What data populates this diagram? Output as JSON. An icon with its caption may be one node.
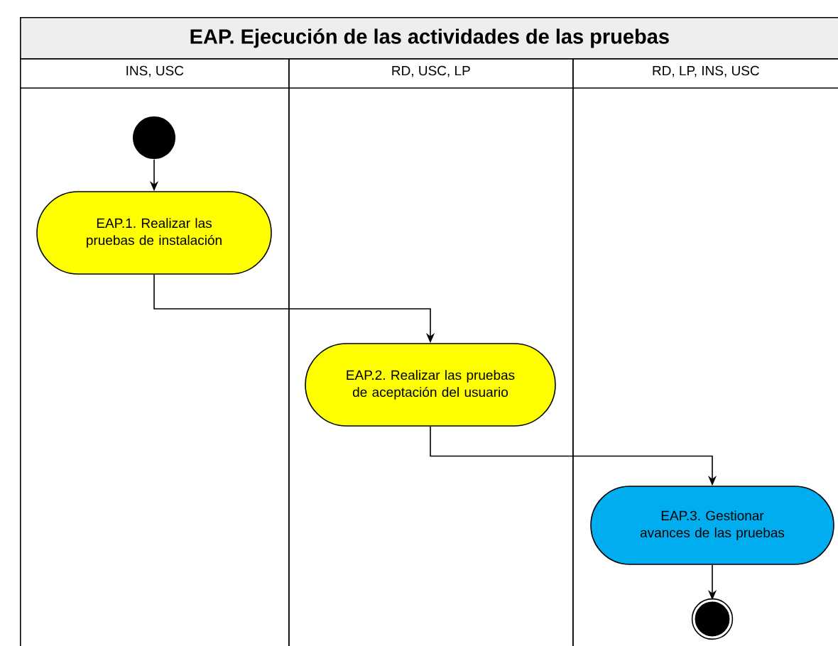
{
  "diagram": {
    "title": "EAP. Ejecución de las actividades de las pruebas",
    "nodes": [
      {
        "text": [
          "INS, USC"
        ]
      },
      {
        "text": [
          "RD, USC, LP"
        ]
      },
      {
        "text": [
          "RD, LP, INS, USC"
        ]
      },
      {
        "text": [],
        "shape": "circle",
        "in": 0
      },
      {
        "text": [
          "EAP.1. Realizar las pruebas de instalación"
        ],
        "in": 0
      },
      {
        "text": [
          "EAP.2. Realizar las pruebas de aceptación del usuario"
        ],
        "in": 1
      },
      {
        "text": [
          "EAP.3. Gestionar avances de las pruebas"
        ],
        "in": 2
      },
      {
        "text": [],
        "shape": "circle",
        "in": 2
      }
    ],
    "edges": [
      {
        "from": 3,
        "to": 4,
        "arrow": "to"
      },
      {
        "from": 4,
        "to": 5,
        "arrow": "to"
      },
      {
        "from": 5,
        "to": 6,
        "arrow": "to"
      },
      {
        "from": 6,
        "to": 7,
        "arrow": "to"
      }
    ]
  }
}
